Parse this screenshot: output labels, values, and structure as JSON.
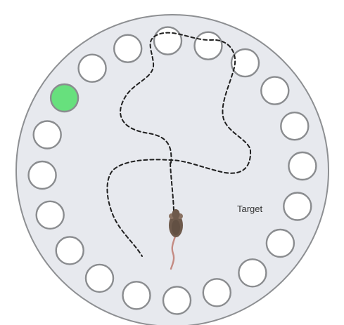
{
  "figure": {
    "target_label": "Target"
  },
  "arena": {
    "hole_count": 20,
    "target_hole_index": 17
  },
  "colors": {
    "background": "#ffffff",
    "arena_fill": "#e7e9ee",
    "arena_outline": "#8d8f92",
    "hole_fill": "#ffffff",
    "hole_outline": "#8a8c8f",
    "target_fill": "#67e07d",
    "target_outline": "#8a8c8f",
    "path": "#1f1f1f",
    "mouse_body": "#6e5a4c",
    "mouse_dark": "#4e3f35",
    "mouse_ear": "#8a7262",
    "mouse_tail": "#c48b83",
    "label_text": "#333333"
  }
}
